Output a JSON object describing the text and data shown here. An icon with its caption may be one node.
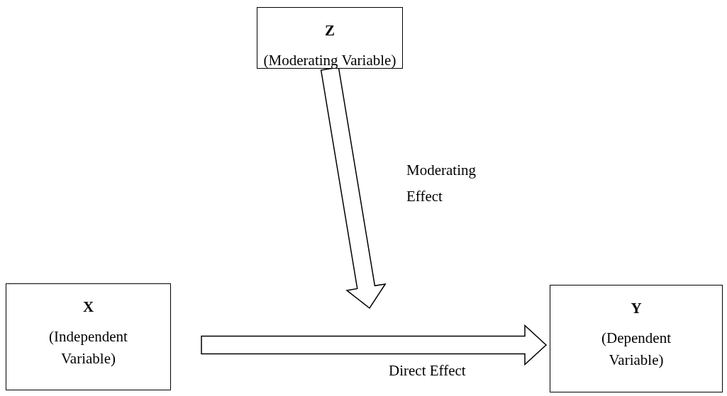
{
  "diagram": {
    "nodes": [
      {
        "text": [
          "Z",
          "(Moderating Variable)"
        ]
      },
      {
        "text": [
          "X",
          "(Independent Variable)"
        ]
      },
      {
        "text": [
          "Y",
          "(Dependent Variable)"
        ]
      }
    ],
    "edges": [
      {
        "from": 0,
        "to": null,
        "arrow": "to",
        "label": "Moderating Effect",
        "style": "thick"
      },
      {
        "from": 1,
        "to": 2,
        "arrow": "to",
        "label": "Direct Effect",
        "style": "thick"
      }
    ]
  }
}
